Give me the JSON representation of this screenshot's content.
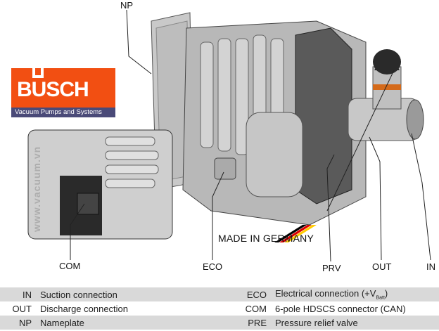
{
  "logo": {
    "brand": "BUSCH",
    "tagline": "Vacuum Pumps and Systems",
    "colors": {
      "orange": "#f24f12",
      "band": "#4a4a78"
    }
  },
  "watermark": "www.vacuum.vn",
  "made_in": "MADE IN GERMANY",
  "callouts": {
    "np": "NP",
    "com": "COM",
    "eco": "ECO",
    "prv": "PRV",
    "out": "OUT",
    "in": "IN"
  },
  "legend": [
    {
      "code": "IN",
      "desc": "Suction connection",
      "code2": "ECO",
      "desc2": "Electrical connection (+V",
      "desc2_sub": "Batt",
      "desc2_end": ")"
    },
    {
      "code": "OUT",
      "desc": "Discharge connection",
      "code2": "COM",
      "desc2": "6-pole HDSCS connector (CAN)"
    },
    {
      "code": "NP",
      "desc": "Nameplate",
      "code2": "PRE",
      "desc2": "Pressure relief valve"
    }
  ]
}
